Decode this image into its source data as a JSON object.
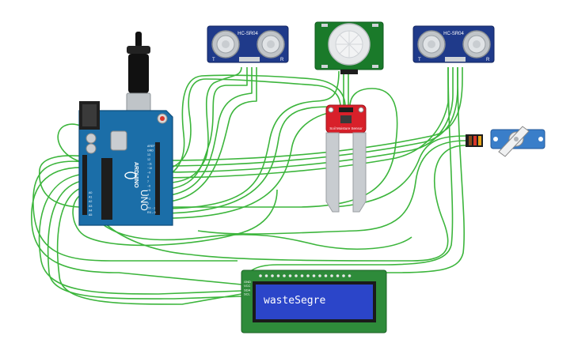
{
  "lcd": {
    "text": "wasteSegre",
    "pins": [
      "GND",
      "VCC",
      "SDA",
      "SCL"
    ]
  },
  "arduino": {
    "brand": "ARDUINO",
    "model": "UNO",
    "digital_pins": [
      "AREF",
      "GND",
      "13",
      "12",
      "~11",
      "~10",
      "~9",
      "8",
      "7",
      "~6",
      "~5",
      "4",
      "~3",
      "2",
      "TX→1",
      "RX←0"
    ],
    "analog_pins": [
      "A0",
      "A1",
      "A2",
      "A3",
      "A4",
      "A5"
    ]
  },
  "ultrasonic_left": {
    "label": "HC-SR04",
    "left_mark": "T",
    "right_mark": "R"
  },
  "ultrasonic_right": {
    "label": "HC-SR04",
    "left_mark": "T",
    "right_mark": "R"
  },
  "moisture": {
    "label": "Soil Moisture Sensor"
  },
  "colors": {
    "wire": "#3cb53c",
    "arduino_board": "#1b6ea8",
    "lcd_board": "#2e8b3a",
    "lcd_screen": "#2b45c9",
    "sensor_board": "#1f3a8a",
    "pir_board": "#1a7a2a",
    "moisture_board": "#d8202a",
    "servo_body": "#3a7ec9"
  },
  "icons": [
    "usb-connector-icon",
    "power-jack-icon",
    "servo-horn-icon",
    "pir-dome-icon"
  ]
}
